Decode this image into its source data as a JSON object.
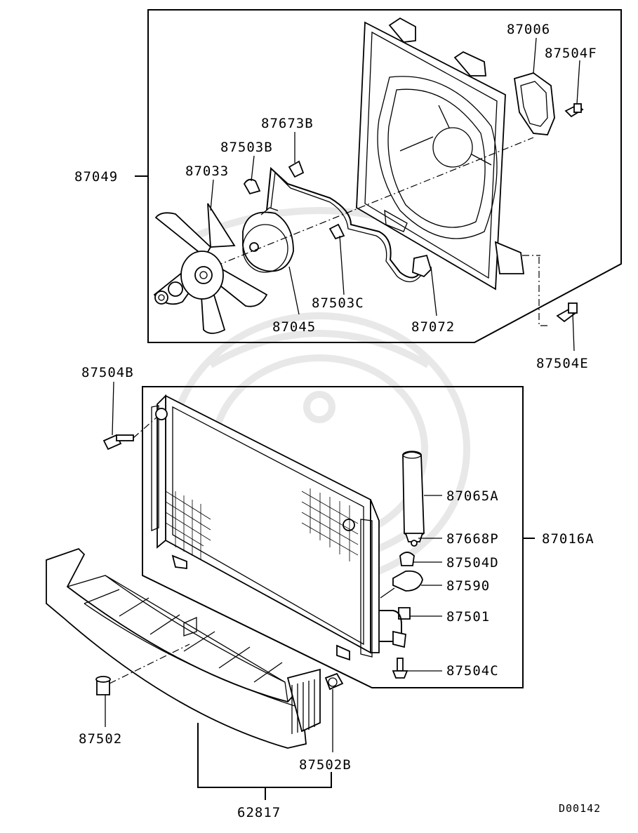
{
  "diagram_code": "D00142",
  "parts": {
    "p87006": "87006",
    "p87504F": "87504F",
    "p87673B": "87673B",
    "p87503B": "87503B",
    "p87033": "87033",
    "p87049": "87049",
    "p87503C": "87503C",
    "p87045": "87045",
    "p87072": "87072",
    "p87504E": "87504E",
    "p87504B": "87504B",
    "p87065A": "87065A",
    "p87668P": "87668P",
    "p87016A": "87016A",
    "p87504D": "87504D",
    "p87590": "87590",
    "p87501": "87501",
    "p87504C": "87504C",
    "p87502": "87502",
    "p87502B": "87502B",
    "p62817": "62817"
  }
}
